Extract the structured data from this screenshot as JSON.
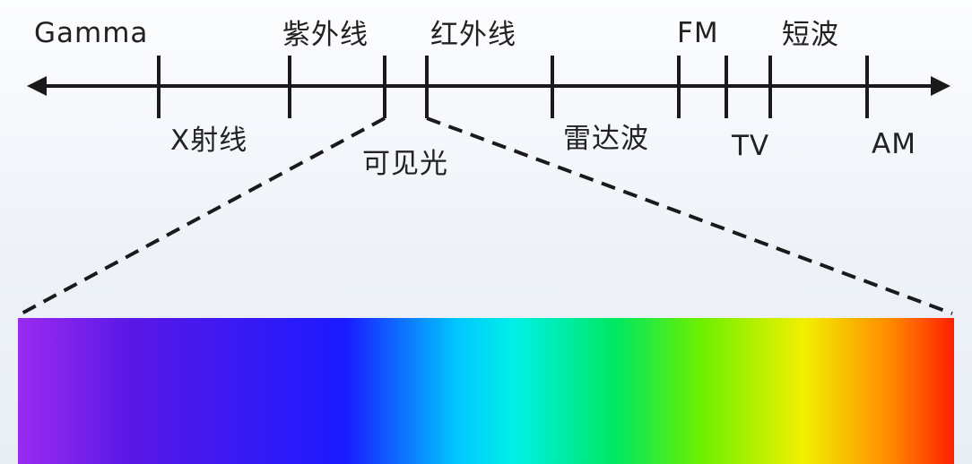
{
  "diagram": {
    "labels_top": [
      {
        "id": "gamma",
        "text": "Gamma"
      },
      {
        "id": "uv",
        "text": "紫外线"
      },
      {
        "id": "ir",
        "text": "红外线"
      },
      {
        "id": "fm",
        "text": "FM"
      },
      {
        "id": "shortwave",
        "text": "短波"
      }
    ],
    "labels_bottom": [
      {
        "id": "xray",
        "text": "X射线"
      },
      {
        "id": "visible",
        "text": "可见光"
      },
      {
        "id": "radar",
        "text": "雷达波"
      },
      {
        "id": "tv",
        "text": "TV"
      },
      {
        "id": "am",
        "text": "AM"
      }
    ],
    "spectrum_colors": [
      "#9b2bf0",
      "#5a18e6",
      "#1a1aff",
      "#00c8ff",
      "#00f0e8",
      "#00e860",
      "#6cf000",
      "#f2f000",
      "#ff8c00",
      "#ff1e00"
    ]
  }
}
